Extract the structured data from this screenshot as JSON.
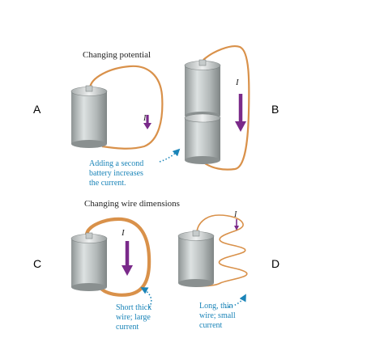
{
  "sections": {
    "top_title": "Changing potential",
    "bottom_title": "Changing wire dimensions"
  },
  "panel_labels": {
    "a": "A",
    "b": "B",
    "c": "C",
    "d": "D"
  },
  "current_symbol": "I",
  "captions": {
    "second_battery": [
      "Adding a second",
      "battery increases",
      "the current."
    ],
    "short_thick": [
      "Short thick",
      "wire; large",
      "current"
    ],
    "long_thin": [
      "Long, thin",
      "wire; small",
      "current"
    ]
  },
  "colors": {
    "wire": "#d9914a",
    "current_arrow": "#7a2a8a",
    "caption_text": "#1a84b8",
    "battery_body": "#b9bfbf",
    "title_text": "#222222",
    "label_text": "#000000"
  },
  "icons": {
    "battery": "battery-cell",
    "current_arrow": "down-arrow",
    "pointer": "dotted-curved-arrow"
  }
}
